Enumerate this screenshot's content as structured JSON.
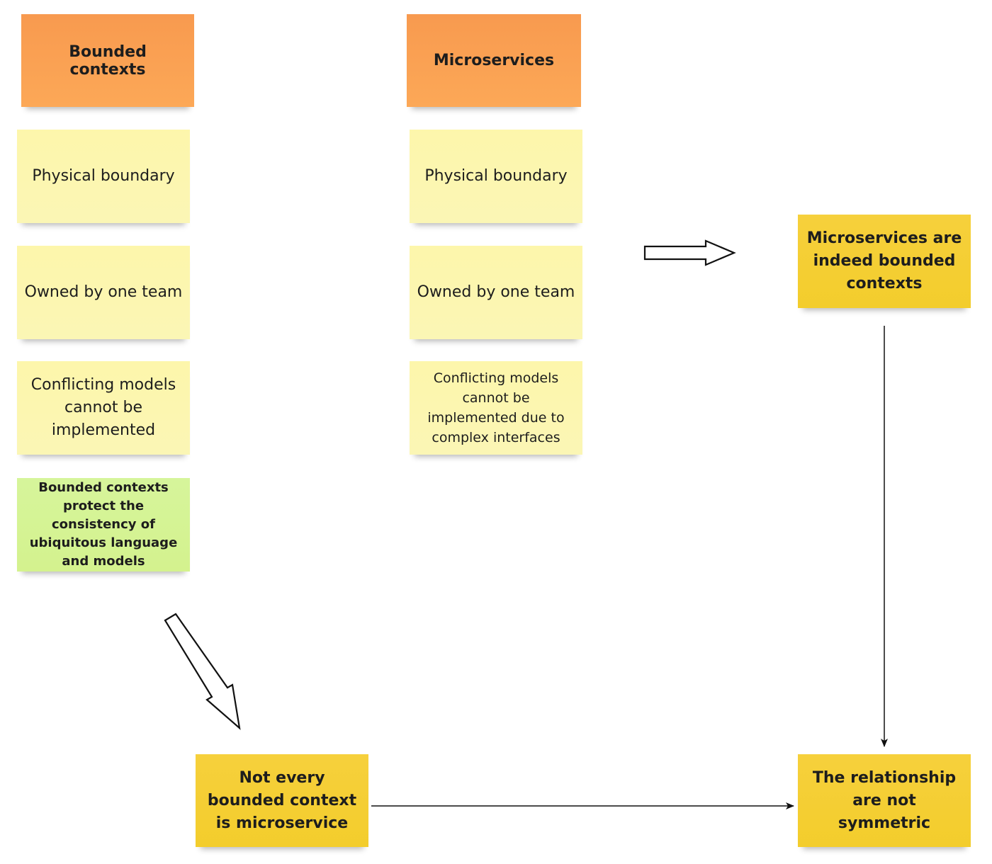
{
  "left_column": {
    "header": "Bounded contexts",
    "items": [
      "Physical boundary",
      "Owned by one team",
      "Conflicting models cannot be implemented"
    ],
    "summary": "Bounded contexts protect the consistency of ubiquitous language and models"
  },
  "right_column": {
    "header": "Microservices",
    "items": [
      "Physical boundary",
      "Owned by one team",
      "Conflicting models cannot be implemented due to complex interfaces"
    ]
  },
  "conclusions": {
    "microservices_are_bc": "Microservices are indeed bounded contexts",
    "not_every_bc": "Not every bounded context is microservice",
    "not_symmetric": "The relationship are not symmetric"
  },
  "colors": {
    "header_orange": "#f9a050",
    "item_pale_yellow": "#fdf7ae",
    "summary_green": "#d4f28e",
    "conclusion_gold": "#f3cd2c"
  }
}
